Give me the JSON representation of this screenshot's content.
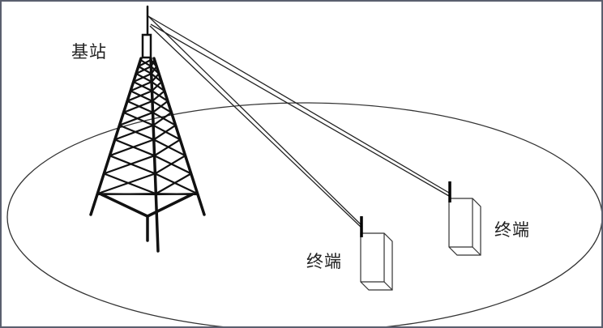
{
  "labels": {
    "base_station": "基站",
    "terminal_1": "终端",
    "terminal_2": "终端"
  }
}
